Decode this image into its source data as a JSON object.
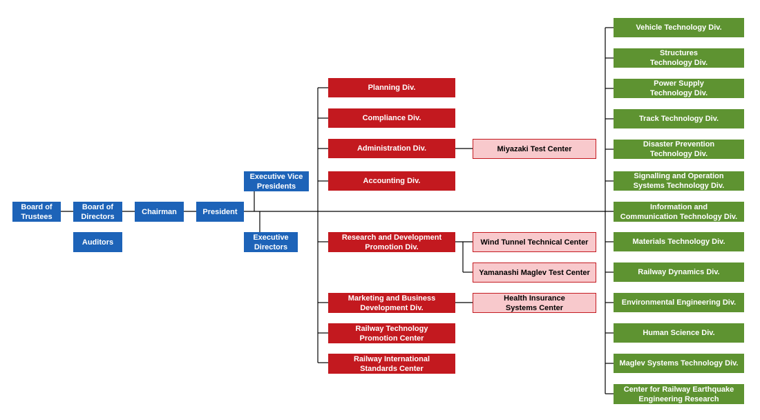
{
  "colors": {
    "executive": "#1d63b8",
    "division": "#c3191f",
    "center": "#f8c9cc",
    "technology_division": "#5e9331",
    "connector": "#000000"
  },
  "executive": {
    "board_of_trustees": "Board of\nTrustees",
    "board_of_directors": "Board of\nDirectors",
    "chairman": "Chairman",
    "president": "President",
    "auditors": "Auditors",
    "executive_vice_presidents": "Executive Vice\nPresidents",
    "executive_directors": "Executive\nDirectors"
  },
  "divisions": [
    "Planning   Div.",
    "Compliance Div.",
    "Administration Div.",
    "Accounting Div.",
    "Research and Development\nPromotion Div.",
    "Marketing and Business\nDevelopment Div.",
    "Railway Technology\nPromotion Center",
    "Railway International\nStandards Center"
  ],
  "centers": [
    "Miyazaki Test Center",
    "Wind Tunnel Technical Center",
    "Yamanashi Maglev Test Center",
    "Health Insurance\nSystems Center"
  ],
  "technology_divisions": [
    "Vehicle Technology Div.",
    "Structures\nTechnology Div.",
    "Power Supply\nTechnology Div.",
    "Track Technology Div.",
    "Disaster Prevention\nTechnology Div.",
    "Signalling and Operation\nSystems Technology Div.",
    "Information and\nCommunication Technology Div.",
    "Materials Technology Div.",
    "Railway Dynamics Div.",
    "Environmental Engineering Div.",
    "Human Science Div.",
    "Maglev Systems Technology Div.",
    "Center for Railway Earthquake\nEngineering Research"
  ]
}
